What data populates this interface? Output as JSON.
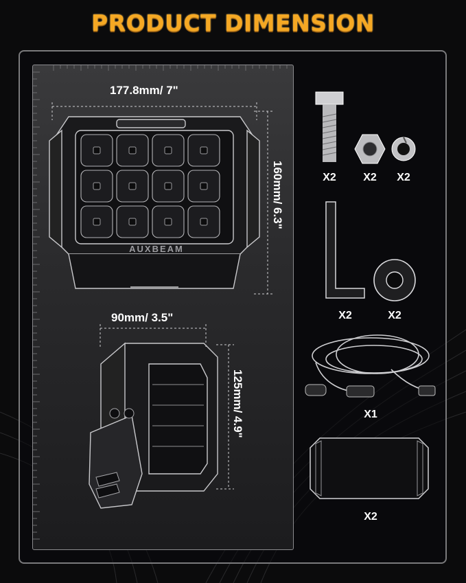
{
  "title": "PRODUCT DIMENSION",
  "brand": "AUXBEAM",
  "dimensions": {
    "width_label": "177.8mm/ 7\"",
    "height_label": "160mm/ 6.3\"",
    "depth_label": "90mm/ 3.5\"",
    "side_height_label": "125mm/ 4.9\""
  },
  "accessories": [
    {
      "item": "bolt-icon",
      "qty": "X2"
    },
    {
      "item": "nut-icon",
      "qty": "X2"
    },
    {
      "item": "spring-washer-icon",
      "qty": "X2"
    },
    {
      "item": "hex-key-icon",
      "qty": "X2"
    },
    {
      "item": "flat-washer-icon",
      "qty": "X2"
    },
    {
      "item": "wiring-harness-icon",
      "qty": "X1"
    },
    {
      "item": "light-cover-icon",
      "qty": "X2"
    }
  ],
  "colors": {
    "title": "#f5a823",
    "frame": "#7a7a7c",
    "background": "#0b0b0c"
  }
}
